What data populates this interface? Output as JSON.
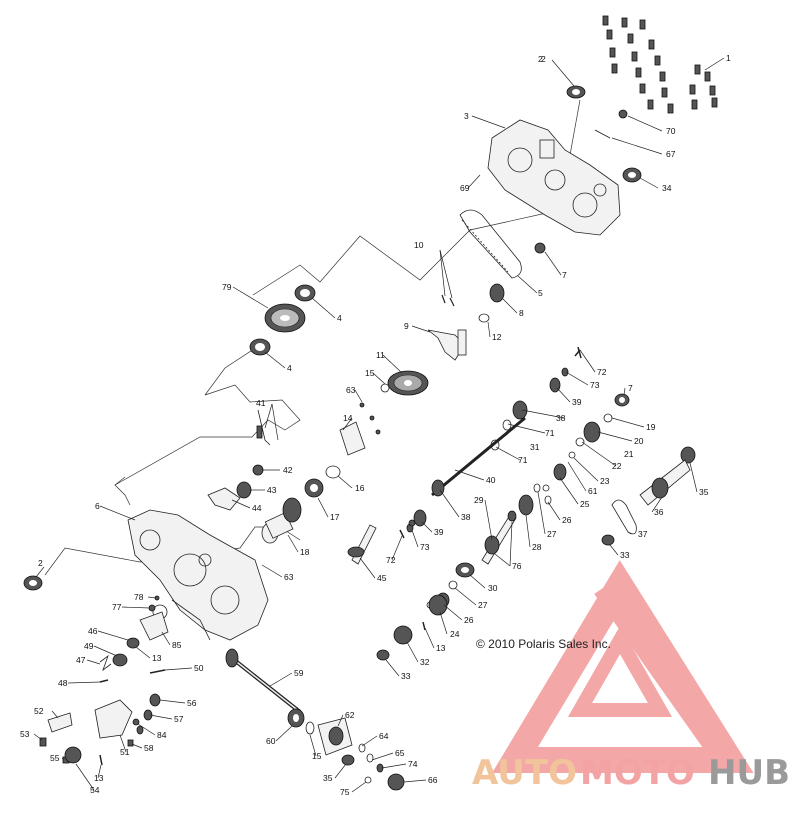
{
  "copyright": "© 2010 Polaris Sales Inc.",
  "watermark": {
    "auto": "AUTO",
    "moto": "MOTO",
    "hub": "HUB"
  },
  "colors": {
    "watermark_red": "#f08a8a",
    "watermark_orange": "#f2c49b",
    "watermark_gray": "#9a9a9a"
  },
  "callouts": [
    "1",
    "2",
    "3",
    "70",
    "67",
    "69",
    "34",
    "2",
    "10",
    "7",
    "79",
    "4",
    "5",
    "8",
    "4",
    "9",
    "12",
    "11",
    "15",
    "63",
    "72",
    "73",
    "14",
    "39",
    "7",
    "38",
    "19",
    "71",
    "20",
    "41",
    "31",
    "21",
    "71",
    "22",
    "23",
    "42",
    "16",
    "40",
    "61",
    "43",
    "25",
    "6",
    "44",
    "17",
    "35",
    "29",
    "26",
    "38",
    "36",
    "39",
    "27",
    "37",
    "18",
    "73",
    "28",
    "72",
    "76",
    "63",
    "45",
    "33",
    "2",
    "30",
    "78",
    "27",
    "77",
    "26",
    "85",
    "24",
    "46",
    "13",
    "49",
    "13",
    "32",
    "47",
    "50",
    "59",
    "48",
    "33",
    "56",
    "52",
    "62",
    "57",
    "53",
    "84",
    "64",
    "60",
    "58",
    "15",
    "55",
    "51",
    "65",
    "74",
    "13",
    "54",
    "35",
    "75",
    "66"
  ]
}
